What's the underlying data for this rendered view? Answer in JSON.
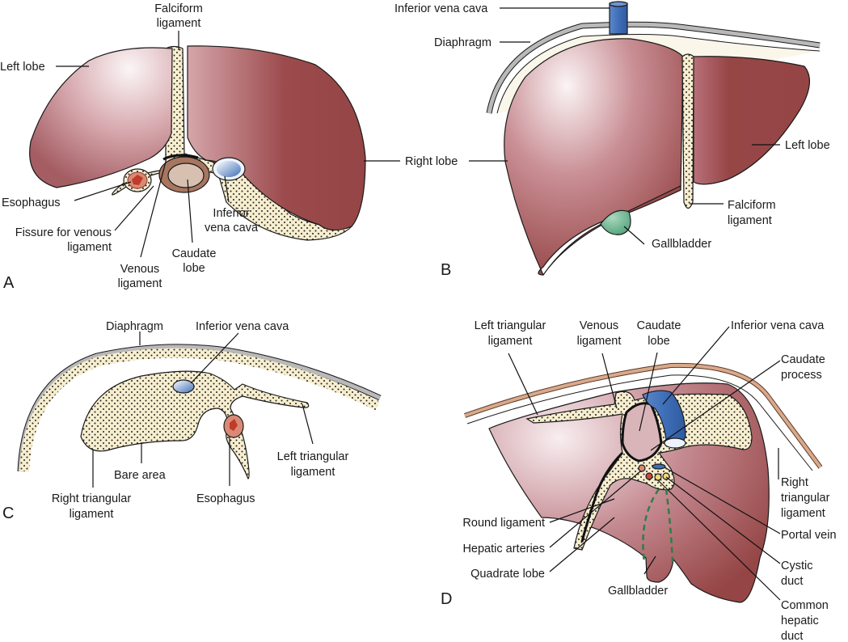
{
  "figure": {
    "title": "Liver anatomy — four views",
    "colors": {
      "liver_dark": "#954545",
      "liver_light": "#f3e8ea",
      "ligament_fill": "#f7eecf",
      "diaphragm_gray": "#b9b9b9",
      "diaphragm_tan": "#d9a98a",
      "vena_cava_blue": "#3f6fb8",
      "gallbladder_green": "#5fae86",
      "esophagus_red": "#d98a76",
      "caudate_tan": "#d8c0b0",
      "caudate_rim": "#a87560",
      "dash_green": "#2e7d4a"
    },
    "panels": [
      {
        "id": "A",
        "letter": "A",
        "labels": {
          "falciform": [
            "Falciform",
            "ligament"
          ],
          "left_lobe": [
            "Left lobe"
          ],
          "right_lobe": [
            "Right lobe"
          ],
          "esophagus": [
            "Esophagus"
          ],
          "fissure": [
            "Fissure for venous",
            "ligament"
          ],
          "venous_lig": [
            "Venous",
            "ligament"
          ],
          "caudate": [
            "Caudate",
            "lobe"
          ],
          "ivc": [
            "Inferior",
            "vena cava"
          ]
        }
      },
      {
        "id": "B",
        "letter": "B",
        "labels": {
          "ivc": [
            "Inferior vena cava"
          ],
          "diaphragm": [
            "Diaphragm"
          ],
          "right_lobe": [
            "Right lobe"
          ],
          "left_lobe": [
            "Left lobe"
          ],
          "falciform": [
            "Falciform",
            "ligament"
          ],
          "gallbladder": [
            "Gallbladder"
          ]
        }
      },
      {
        "id": "C",
        "letter": "C",
        "labels": {
          "diaphragm": [
            "Diaphragm"
          ],
          "ivc": [
            "Inferior vena cava"
          ],
          "left_tri": [
            "Left triangular",
            "ligament"
          ],
          "bare_area": [
            "Bare area"
          ],
          "right_tri": [
            "Right triangular",
            "ligament"
          ],
          "esophagus": [
            "Esophagus"
          ]
        }
      },
      {
        "id": "D",
        "letter": "D",
        "labels": {
          "left_tri": [
            "Left triangular",
            "ligament"
          ],
          "venous_lig": [
            "Venous",
            "ligament"
          ],
          "caudate": [
            "Caudate",
            "lobe"
          ],
          "ivc": [
            "Inferior vena cava"
          ],
          "caudate_proc": [
            "Caudate",
            "process"
          ],
          "right_tri": [
            "Right",
            "triangular",
            "ligament"
          ],
          "portal_vein": [
            "Portal vein"
          ],
          "cystic": [
            "Cystic",
            "duct"
          ],
          "common_hep": [
            "Common",
            "hepatic",
            "duct"
          ],
          "round_lig": [
            "Round ligament"
          ],
          "hep_arteries": [
            "Hepatic arteries"
          ],
          "quadrate": [
            "Quadrate lobe"
          ],
          "gallbladder": [
            "Gallbladder"
          ]
        }
      }
    ]
  }
}
